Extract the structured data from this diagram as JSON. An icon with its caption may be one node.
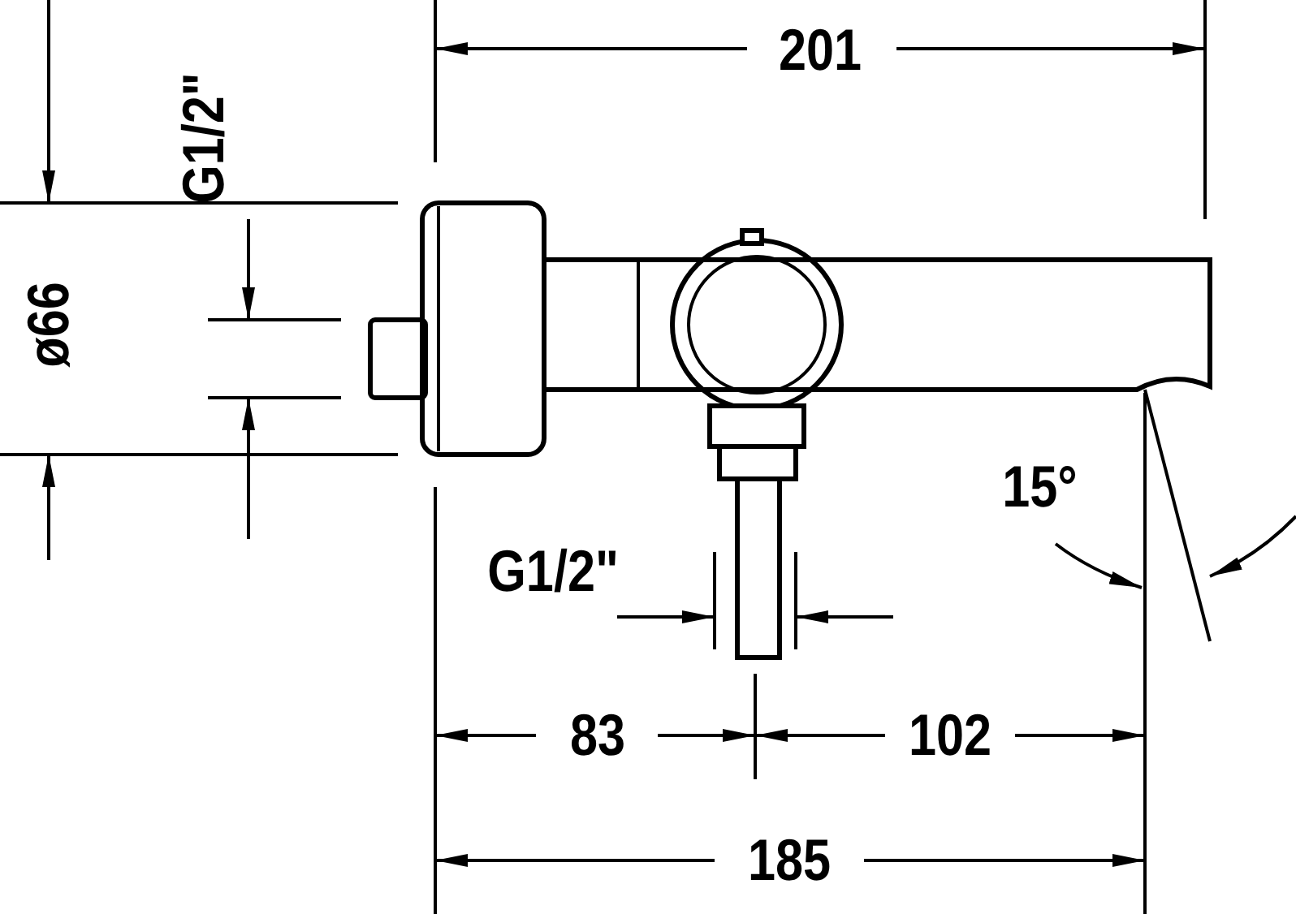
{
  "diagram": {
    "labels": [
      "201",
      "G1/2\"",
      "ø66",
      "15°",
      "G1/2\"",
      "83",
      "102",
      "185"
    ]
  }
}
